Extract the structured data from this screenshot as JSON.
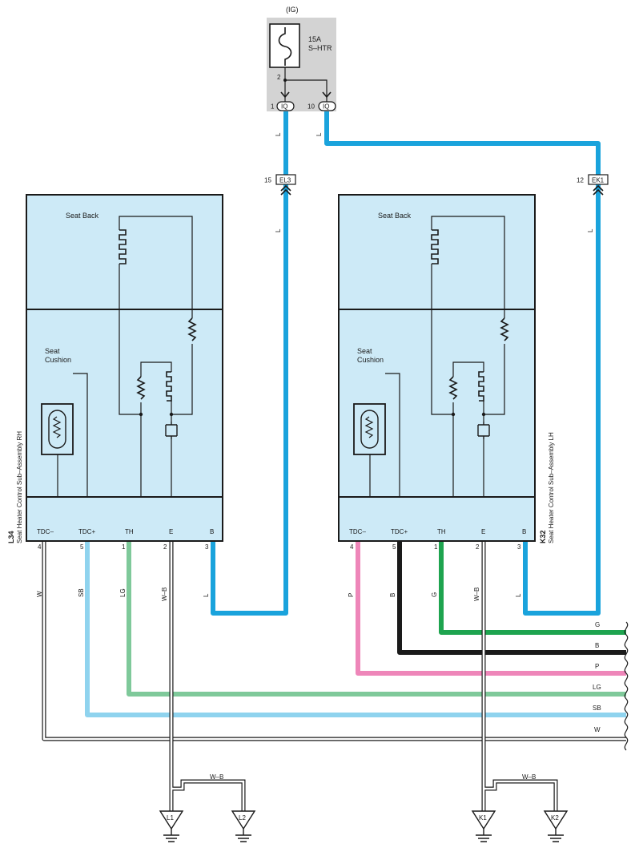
{
  "fuse": {
    "ig_label": "(IG)",
    "rating": "15A",
    "name": "S–HTR",
    "pin2": "2"
  },
  "ig_connectors": {
    "left": {
      "pin": "1",
      "name": "IQ"
    },
    "right": {
      "pin": "10",
      "name": "IQ"
    }
  },
  "junctions": {
    "el3": {
      "pin": "15",
      "name": "EL3"
    },
    "ek1": {
      "pin": "12",
      "name": "EK1"
    }
  },
  "units": {
    "rh": {
      "code": "L34",
      "name": "Seat Heater Control Sub–Assembly RH",
      "seat_back": "Seat Back",
      "seat_cushion_1": "Seat",
      "seat_cushion_2": "Cushion",
      "terminals": [
        "TDC–",
        "TDC+",
        "TH",
        "E",
        "B"
      ],
      "pins": [
        "4",
        "5",
        "1",
        "2",
        "3"
      ]
    },
    "lh": {
      "code": "K32",
      "name": "Seat Heater Control Sub–Assembly LH",
      "seat_back": "Seat Back",
      "seat_cushion_1": "Seat",
      "seat_cushion_2": "Cushion",
      "terminals": [
        "TDC–",
        "TDC+",
        "TH",
        "E",
        "B"
      ],
      "pins": [
        "4",
        "5",
        "1",
        "2",
        "3"
      ]
    }
  },
  "wire_labels": {
    "L": "L",
    "rh": [
      "W",
      "SB",
      "LG",
      "W–B",
      "L"
    ],
    "lh": [
      "P",
      "B",
      "G",
      "W–B",
      "L"
    ],
    "bus": [
      "G",
      "B",
      "P",
      "LG",
      "SB",
      "W"
    ],
    "ground_link": "W–B"
  },
  "grounds": [
    "L1",
    "L2",
    "K1",
    "K2"
  ],
  "colors": {
    "L": "#1aa3dc",
    "SB": "#8fd3ee",
    "LG": "#7fc99a",
    "G": "#1ea44f",
    "B": "#1a1a1a",
    "P": "#ee86b9",
    "box_fill": "#cdeaf7",
    "fuse_bg": "#d3d3d3"
  }
}
